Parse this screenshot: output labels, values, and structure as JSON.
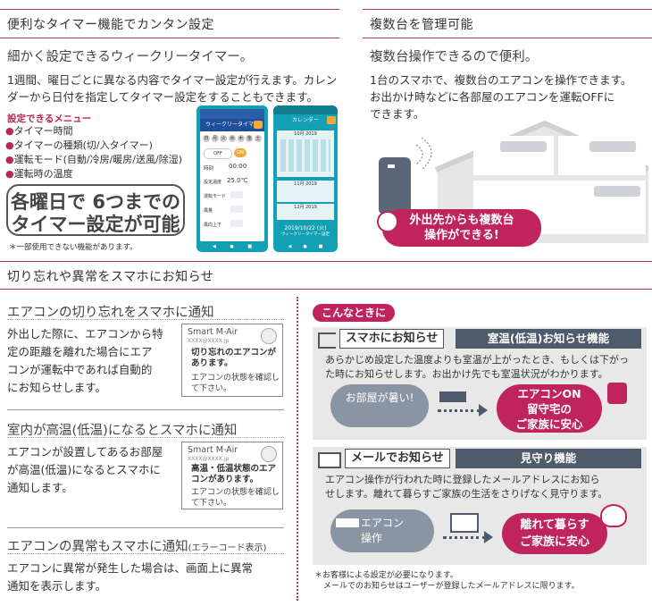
{
  "top_left": {
    "section_title": "便利なタイマー機能でカンタン設定",
    "heading": "細かく設定できるウィークリータイマー。",
    "body_line1": "1週間、曜日ごとに異なる内容でタイマー設定が行えます。カレン",
    "body_line2": "ダーから日付を指定してタイマー設定をすることもできます。",
    "menu_title": "設定できるメニュー",
    "menu_items": [
      {
        "dot": "●",
        "label": "タイマー時間"
      },
      {
        "dot": "●",
        "label": "タイマーの種類(切/入タイマー)"
      },
      {
        "dot": "●",
        "label": "運転モード(自動/冷房/暖房/送風/除湿)"
      },
      {
        "dot": "●",
        "label": "運転時の温度"
      }
    ],
    "bigbox_line1": "各曜日で 6つまでの",
    "bigbox_line2": "タイマー設定が可能",
    "note": "＊一部使用できない機能があります。",
    "phone1": {
      "header": "ウィークリータイマー",
      "days": [
        "日",
        "月",
        "火",
        "水",
        "木",
        "金",
        "土"
      ],
      "rows": [
        {
          "label": "時刻",
          "value": "00:00"
        },
        {
          "label": "設定温度",
          "value": "25.0℃"
        },
        {
          "label": "運転モード",
          "value": ""
        },
        {
          "label": "風量",
          "value": ""
        },
        {
          "label": "風向上下",
          "value": ""
        }
      ],
      "toggle_off": "OFF",
      "toggle_on": "ON"
    },
    "phone2": {
      "header": "カレンダー",
      "date": "2019/10/22 (火)",
      "sub": "ウィークリータイマー設定",
      "month1": "10月 2019",
      "month2": "11月 2019",
      "month3": "12月 2019"
    }
  },
  "top_right": {
    "section_title": "複数台を管理可能",
    "heading": "複数台操作できるので便利。",
    "body_line1": "1台のスマホで、複数台のエアコンを操作できます。",
    "body_line2": "お出かけ時などに各部屋のエアコンを運転OFFに",
    "body_line3": "できます。",
    "callout_line1": "外出先からも複数台",
    "callout_line2": "操作ができる!"
  },
  "bottom": {
    "section_title": "切り忘れや異常をスマホにお知らせ",
    "block1": {
      "heading": "エアコンの切り忘れをスマホに通知",
      "lines": [
        "外出した際に、エアコンから特",
        "定の距離を離れた場合にエア",
        "コンが運転中であれば自動的",
        "にお知らせします。"
      ],
      "notif_app": "Smart M-Air",
      "notif_mail": "XXXX@XXXX.jp",
      "notif_bold1": "切り忘れのエアコンが",
      "notif_bold2": "あります。",
      "notif_norm1": "エアコンの状態を確認し",
      "notif_norm2": "て下さい。"
    },
    "block2": {
      "heading": "室内が高温(低温)になるとスマホに通知",
      "lines": [
        "エアコンが設置してあるお部屋",
        "が高温(低温)になるとスマホに",
        "通知します。"
      ],
      "notif_app": "Smart M-Air",
      "notif_mail": "XXXX@XXXX.jp",
      "notif_bold1": "高温・低温状態のエア",
      "notif_bold2": "コンがあります。",
      "notif_norm1": "エアコンの状態を確認し",
      "notif_norm2": "て下さい。"
    },
    "block3": {
      "heading": "エアコンの異常もスマホに通知",
      "heading_small": "(エラーコード表示)",
      "line1": "エアコンに異常が発生した場合は、画面上に異常",
      "line2": "通知を表示します。"
    },
    "right": {
      "tag": "こんなときに",
      "panel1": {
        "label": "スマホにお知らせ",
        "title": "室温(低温)お知らせ機能",
        "text1": "あらかじめ設定した温度よりも室温が上がったとき、もしくは下がっ",
        "text2": "た時にお知らせします。お出かけ先でも室温状況がわかります。",
        "bubble": "お部屋が暑い!",
        "pink_line1": "エアコンON",
        "pink_line2": "留守宅の",
        "pink_line3": "ご家族に安心"
      },
      "panel2": {
        "label": "メールでお知らせ",
        "title": "見守り機能",
        "text1": "エアコン操作が行われた時に登録したメールアドレスにお知ら",
        "text2": "せします。離れて暮らすご家族の生活をさりげなく見守ります。",
        "ac_line1": "エアコン",
        "ac_line2": "操作",
        "pink_line1": "離れて暮らす",
        "pink_line2": "ご家族に安心"
      },
      "footnote1": "＊お客様による設定が必要になります。",
      "footnote2": "メールでのお知らせはユーザーが登録したメールアドレスに限ります。"
    }
  },
  "colors": {
    "accent": "#c0245c",
    "rule": "#b0366a",
    "phone": "#14a0b4",
    "dark": "#4f5a6a"
  }
}
